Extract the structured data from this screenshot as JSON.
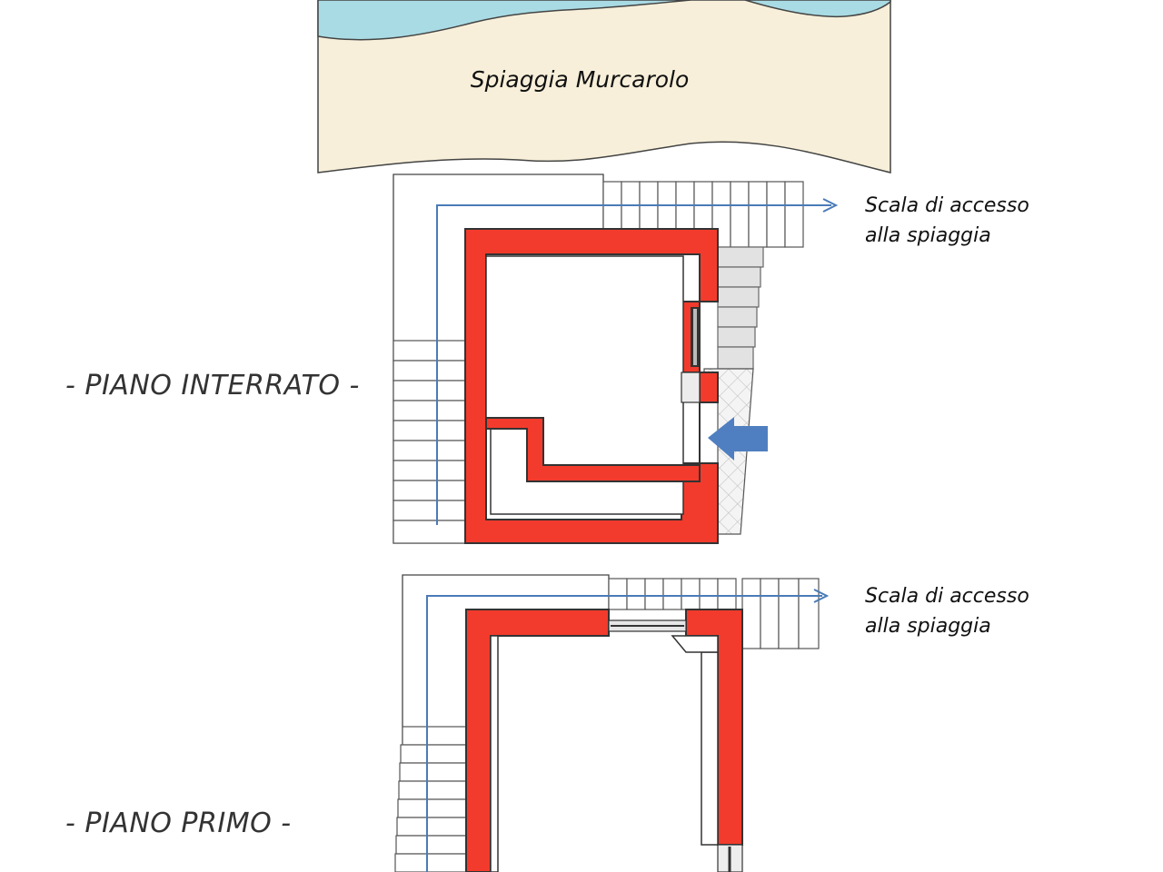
{
  "labels": {
    "beach": "Spiaggia Murcarolo",
    "stair_top_line1": "Scala di accesso",
    "stair_top_line2": "alla spiaggia",
    "stair_bottom_line1": "Scala di accesso",
    "stair_bottom_line2": "alla spiaggia",
    "floor_basement": "- PIANO INTERRATO -",
    "floor_first": "- PIANO PRIMO -"
  },
  "colors": {
    "sea": "#a9dbe4",
    "sand": "#f7efd9",
    "wall": "#f23b2c",
    "arrow_path": "#4a7bb7",
    "entrance_arrow": "#4f7fc0"
  },
  "icons": {
    "entrance_arrow": "left-arrow-icon",
    "stair_path_arrow": "right-arrow-icon"
  }
}
